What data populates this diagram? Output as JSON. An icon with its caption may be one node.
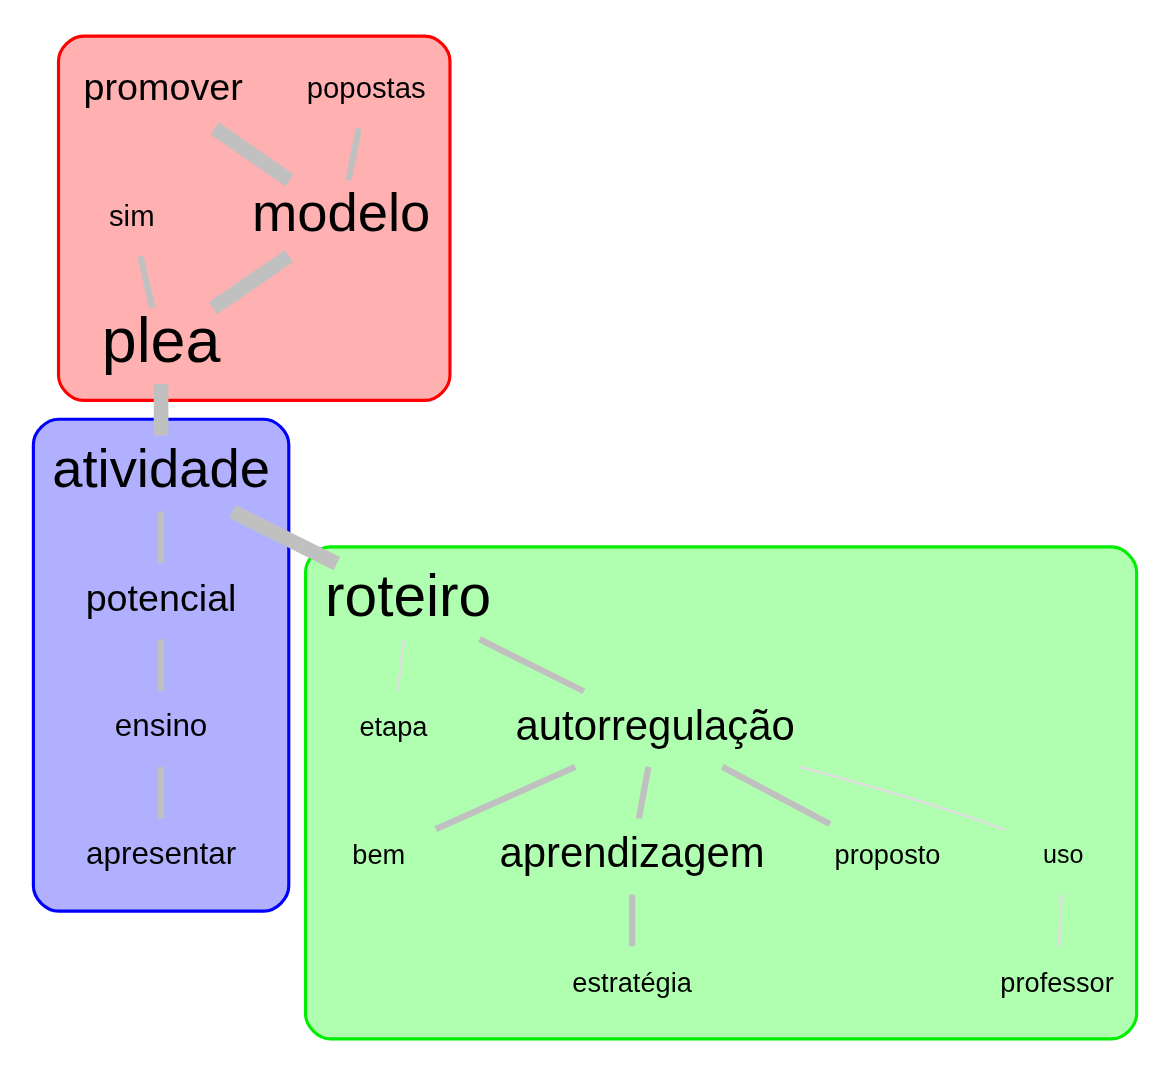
{
  "diagram": {
    "nodes": [
      {
        "text": [],
        "shape": "cloud"
      },
      {
        "text": [
          "popostas"
        ],
        "in": 0
      },
      {
        "text": [
          "promover"
        ],
        "in": 0
      },
      {
        "text": [
          "modelo"
        ],
        "in": 0
      },
      {
        "text": [
          "sim"
        ],
        "in": 0
      },
      {
        "text": [
          "plea"
        ],
        "in": 0
      },
      {
        "text": [],
        "shape": "cloud"
      },
      {
        "text": [
          "apresentar"
        ],
        "in": 6
      },
      {
        "text": [
          "ensino"
        ],
        "in": 6
      },
      {
        "text": [
          "potencial"
        ],
        "in": 6
      },
      {
        "text": [
          "atividade"
        ],
        "in": 6
      },
      {
        "text": [],
        "shape": "cloud"
      },
      {
        "text": [
          "etapa"
        ],
        "in": 11
      },
      {
        "text": [
          "roteiro"
        ],
        "in": 11
      },
      {
        "text": [
          "autorregulação"
        ],
        "in": 11
      },
      {
        "text": [
          "bem"
        ],
        "in": 11
      },
      {
        "text": [
          "aprendizagem"
        ],
        "in": 11
      },
      {
        "text": [
          "estratégia"
        ],
        "in": 11
      },
      {
        "text": [
          "proposto"
        ],
        "in": 11
      },
      {
        "text": [
          "uso"
        ],
        "in": 11
      },
      {
        "text": [
          "professor"
        ],
        "in": 11
      }
    ],
    "edges": [
      {
        "from": 1,
        "to": 3,
        "arrow": "none"
      },
      {
        "from": 2,
        "to": 3,
        "arrow": "none",
        "style": "thick"
      },
      {
        "from": 3,
        "to": 5,
        "arrow": "none",
        "style": "thick"
      },
      {
        "from": 4,
        "to": 5,
        "arrow": "none"
      },
      {
        "from": 5,
        "to": 10,
        "arrow": "none",
        "style": "thick"
      },
      {
        "from": 10,
        "to": 9,
        "arrow": "none"
      },
      {
        "from": 9,
        "to": 8,
        "arrow": "none"
      },
      {
        "from": 8,
        "to": 7,
        "arrow": "none"
      },
      {
        "from": 10,
        "to": 13,
        "arrow": "none",
        "style": "thick"
      },
      {
        "from": 13,
        "to": 12,
        "arrow": "none",
        "color": "#dddddd"
      },
      {
        "from": 13,
        "to": 14,
        "arrow": "none"
      },
      {
        "from": 14,
        "to": 15,
        "arrow": "none"
      },
      {
        "from": 14,
        "to": 16,
        "arrow": "none"
      },
      {
        "from": 16,
        "to": 17,
        "arrow": "none"
      },
      {
        "from": 14,
        "to": 18,
        "arrow": "none"
      },
      {
        "from": 14,
        "to": 19,
        "arrow": "none",
        "color": "#dddddd"
      },
      {
        "from": 19,
        "to": 20,
        "arrow": "none",
        "color": "#dddddd"
      }
    ]
  }
}
